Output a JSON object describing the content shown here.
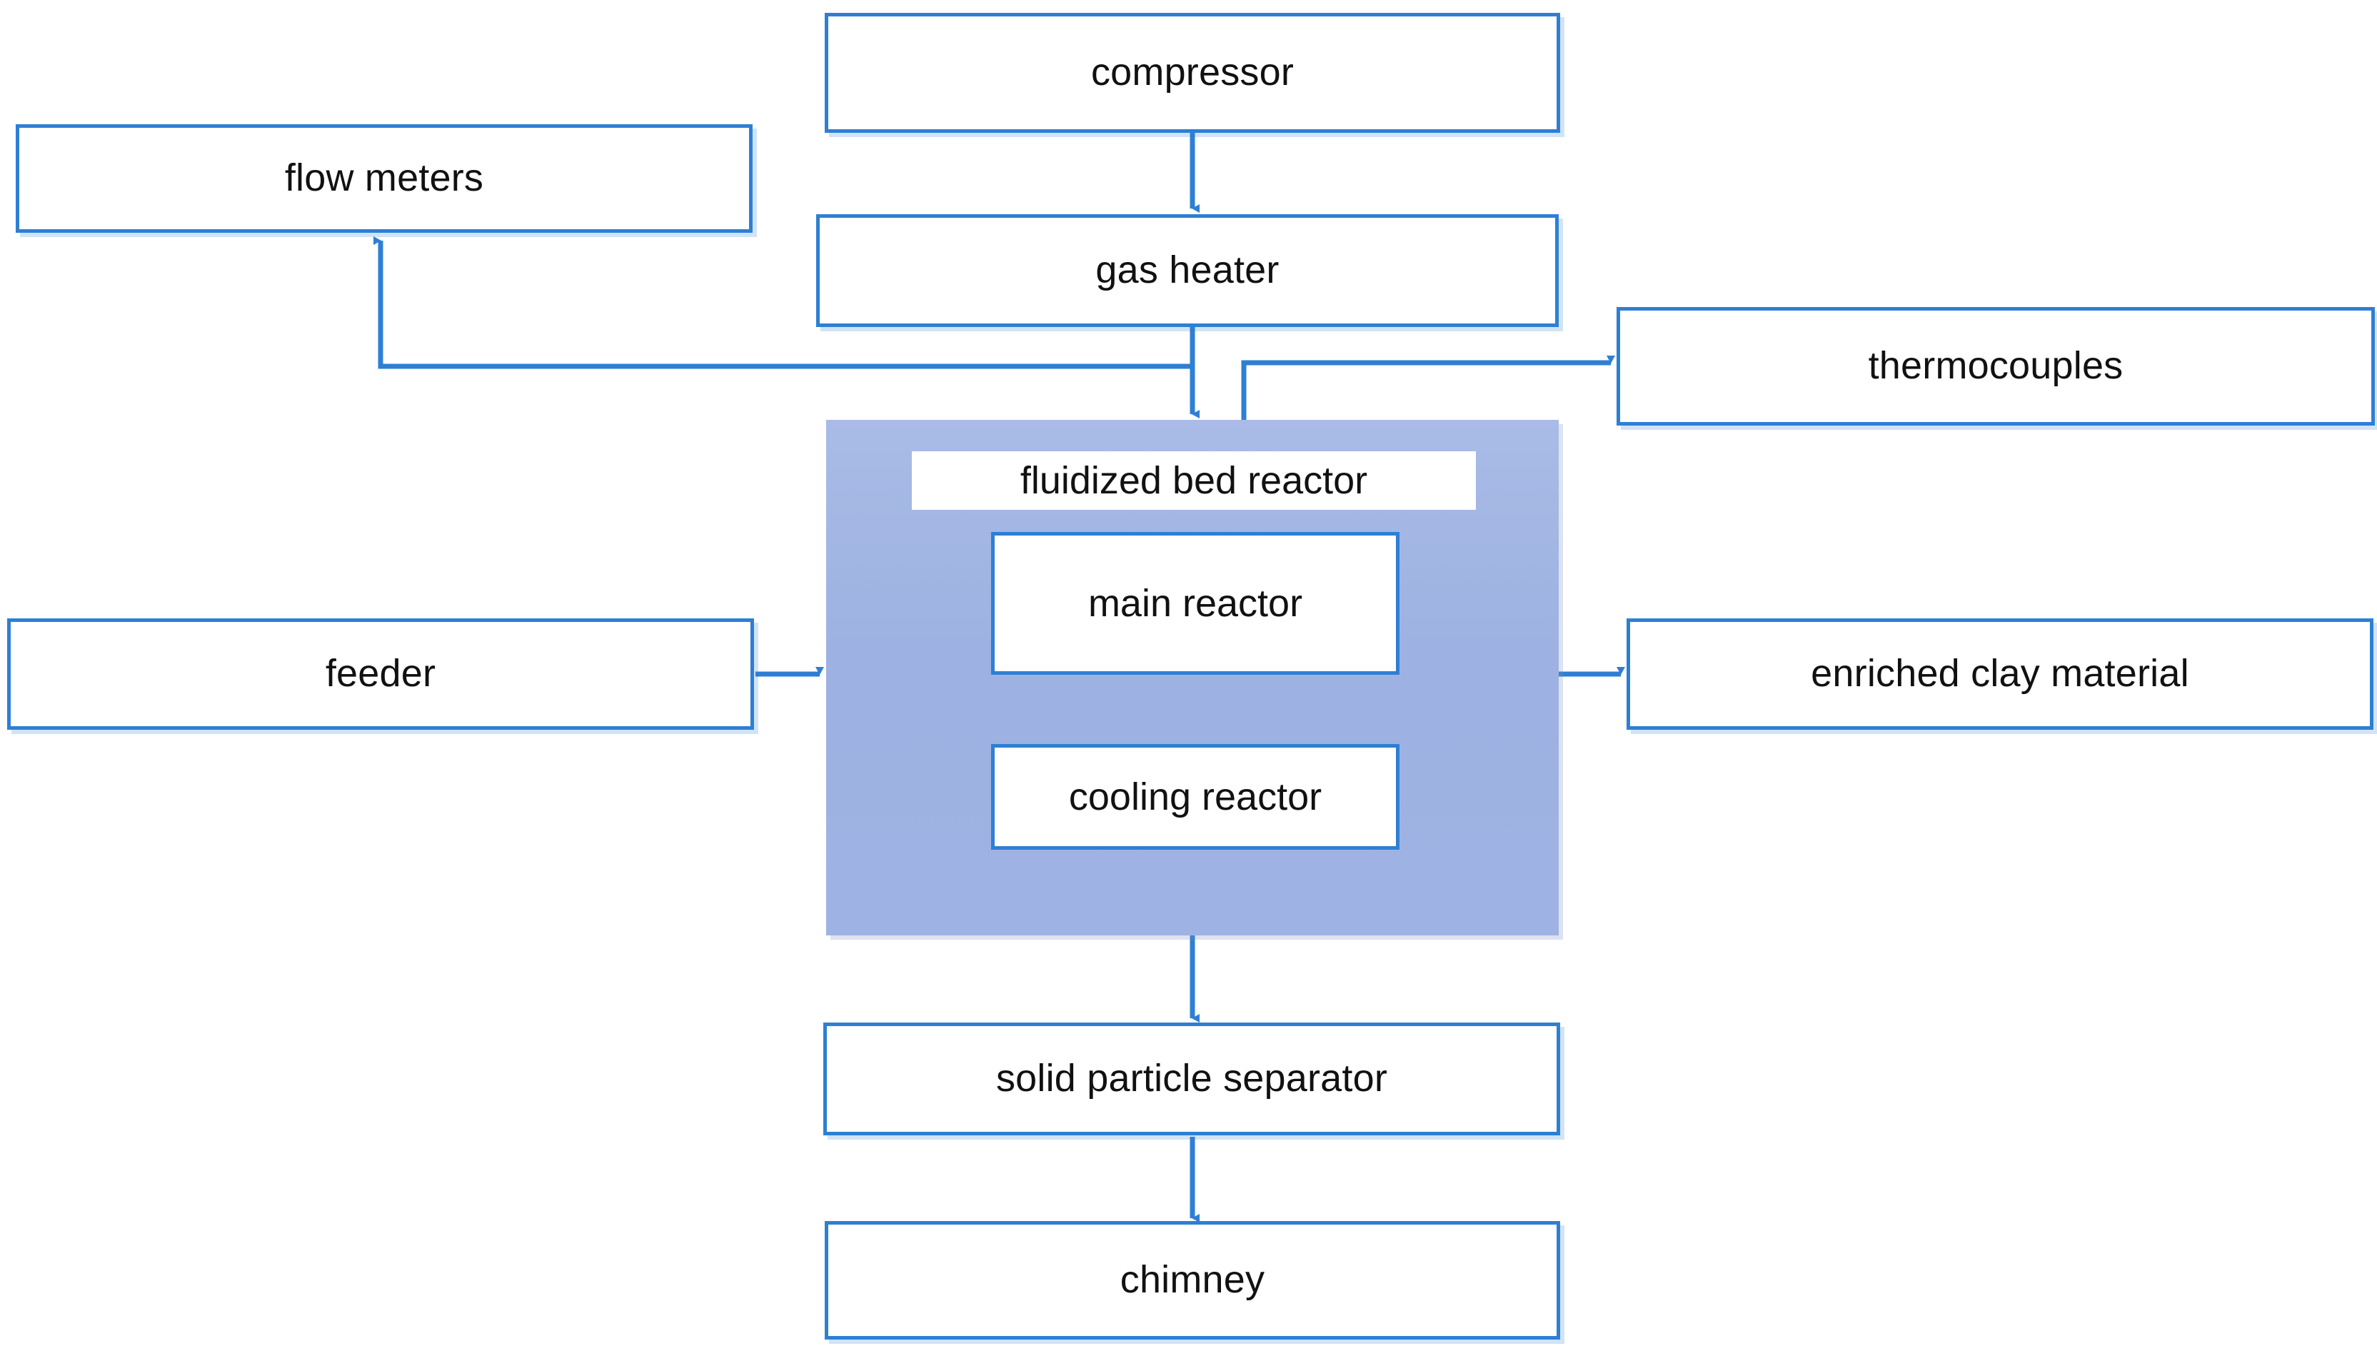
{
  "diagram": {
    "title_text_color": "#111111",
    "box_border_color": "#2E7FD4",
    "box_fill_color": "#FFFFFF",
    "reactor_fill_top": "#A9BBE6",
    "reactor_fill_bottom": "#9EB3E3",
    "connector_color": "#2E7FD4",
    "background_color": "#FFFFFF"
  },
  "nodes": {
    "compressor": {
      "label": "compressor"
    },
    "flow_meters": {
      "label": "flow meters"
    },
    "gas_heater": {
      "label": "gas heater"
    },
    "thermocouples": {
      "label": "thermocouples"
    },
    "feeder": {
      "label": "feeder"
    },
    "enriched_clay_material": {
      "label": "enriched clay material"
    },
    "fluidized_bed_reactor": {
      "label": "fluidized bed reactor"
    },
    "main_reactor": {
      "label": "main reactor"
    },
    "cooling_reactor": {
      "label": "cooling reactor"
    },
    "solid_particle_separator": {
      "label": "solid particle separator"
    },
    "chimney": {
      "label": "chimney"
    }
  },
  "connections": [
    {
      "from": "compressor",
      "to": "gas_heater",
      "arrow": "down"
    },
    {
      "from": "gas_heater",
      "to": "fluidized_bed_reactor",
      "arrow": "down"
    },
    {
      "from": "fluidized_bed_reactor",
      "to": "flow_meters",
      "arrow": "up"
    },
    {
      "from": "fluidized_bed_reactor",
      "to": "thermocouples",
      "arrow": "right"
    },
    {
      "from": "feeder",
      "to": "fluidized_bed_reactor",
      "arrow": "right"
    },
    {
      "from": "fluidized_bed_reactor",
      "to": "enriched_clay_material",
      "arrow": "right"
    },
    {
      "from": "fluidized_bed_reactor",
      "to": "solid_particle_separator",
      "arrow": "down"
    },
    {
      "from": "solid_particle_separator",
      "to": "chimney",
      "arrow": "down"
    }
  ]
}
